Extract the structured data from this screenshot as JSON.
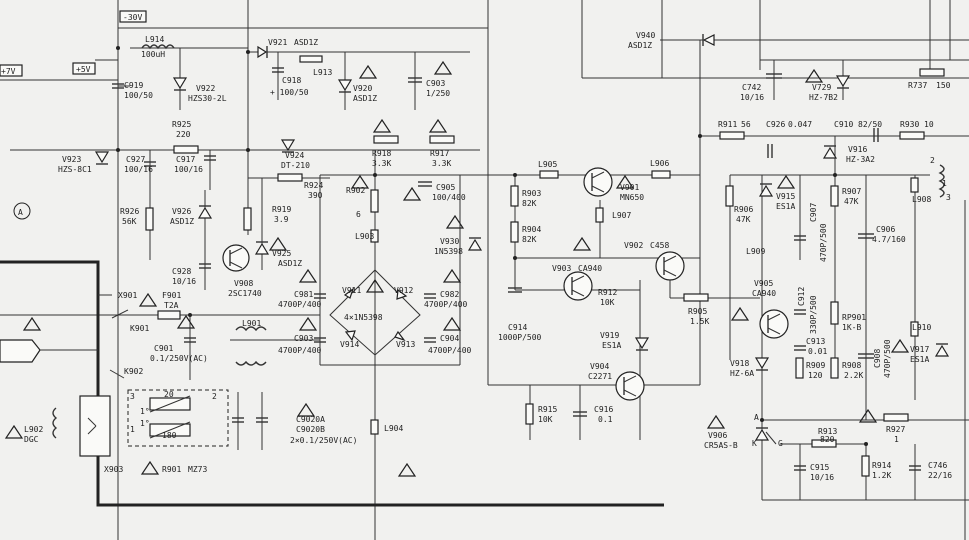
{
  "rails": {
    "minus30v": "-30V",
    "plus5v": "+5V",
    "plus7v": "+7V",
    "marker_a": "A"
  },
  "components": {
    "L914": {
      "ref": "L914",
      "val": "100uH"
    },
    "C919": {
      "ref": "C919",
      "val": "100/50"
    },
    "V922": {
      "ref": "V922",
      "val": "HZS30-2L"
    },
    "V921": {
      "ref": "V921",
      "val": "ASD1Z"
    },
    "C918": {
      "ref": "C918",
      "val": "+ 100/50"
    },
    "L913": {
      "ref": "L913"
    },
    "V920": {
      "ref": "V920",
      "val": "ASD1Z"
    },
    "C903": {
      "ref": "C903",
      "val": "1/250"
    },
    "V940": {
      "ref": "V940",
      "val": "ASD1Z"
    },
    "C742": {
      "ref": "C742",
      "val": "10/16"
    },
    "V729": {
      "ref": "V729",
      "val": "HZ-7B2"
    },
    "R737": {
      "ref": "R737",
      "val": "150"
    },
    "R925": {
      "ref": "R925",
      "val": "220"
    },
    "V923": {
      "ref": "V923",
      "val": "HZS-8C1"
    },
    "C927": {
      "ref": "C927",
      "val": "100/16"
    },
    "C917": {
      "ref": "C917",
      "val": "100/16"
    },
    "V924": {
      "ref": "V924",
      "val": "DT-210"
    },
    "R918": {
      "ref": "R918",
      "val": "3.3K"
    },
    "R917": {
      "ref": "R917",
      "val": "3.3K"
    },
    "R924": {
      "ref": "R924",
      "val": "390"
    },
    "R919": {
      "ref": "R919",
      "val": "3.9"
    },
    "R926": {
      "ref": "R926",
      "val": "56K"
    },
    "V926": {
      "ref": "V926",
      "val": "ASD1Z"
    },
    "V925": {
      "ref": "V925",
      "val": "ASD1Z"
    },
    "V908": {
      "ref": "V908",
      "val": "2SC1740"
    },
    "C928": {
      "ref": "C928",
      "val": "10/16"
    },
    "R902": {
      "ref": "R902",
      "val": "6"
    },
    "L903": {
      "ref": "L903"
    },
    "C905": {
      "ref": "C905",
      "val": "100/400"
    },
    "V930": {
      "ref": "V930",
      "val": "1N5398"
    },
    "L905": {
      "ref": "L905"
    },
    "L906": {
      "ref": "L906"
    },
    "R903": {
      "ref": "R903",
      "val": "82K"
    },
    "R904": {
      "ref": "R904",
      "val": "82K"
    },
    "V901": {
      "ref": "V901",
      "val": "MN650"
    },
    "L907": {
      "ref": "L907"
    },
    "V902": {
      "ref": "V902",
      "val": "C458"
    },
    "V903": {
      "ref": "V903",
      "val": "CA940"
    },
    "R912": {
      "ref": "R912",
      "val": "10K"
    },
    "R905": {
      "ref": "R905",
      "val": "1.5K"
    },
    "C914": {
      "ref": "C914",
      "val": "1000P/500"
    },
    "V919": {
      "ref": "V919",
      "val": "ES1A"
    },
    "V904": {
      "ref": "V904",
      "val": "C2271"
    },
    "R915": {
      "ref": "R915",
      "val": "10K"
    },
    "C916": {
      "ref": "C916",
      "val": "0.1"
    },
    "L904": {
      "ref": "L904"
    },
    "R911": {
      "ref": "R911",
      "val": "56"
    },
    "C926": {
      "ref": "C926",
      "val": "0.047"
    },
    "C910": {
      "ref": "C910",
      "val": "82/50"
    },
    "R930": {
      "ref": "R930",
      "val": "10"
    },
    "V916": {
      "ref": "V916",
      "val": "HZ-3A2"
    },
    "R906": {
      "ref": "R906",
      "val": "47K"
    },
    "V915": {
      "ref": "V915",
      "val": "ES1A"
    },
    "C907": {
      "ref": "C907",
      "val": "470P/500"
    },
    "R907": {
      "ref": "R907",
      "val": "47K"
    },
    "C906": {
      "ref": "C906",
      "val": "4.7/160"
    },
    "L908": {
      "ref": "L908"
    },
    "L909": {
      "ref": "L909"
    },
    "V905": {
      "ref": "V905",
      "val": "CA940"
    },
    "C912": {
      "ref": "C912",
      "val": "330P/500"
    },
    "RP901": {
      "ref": "RP901",
      "val": "1K-B"
    },
    "C913": {
      "ref": "C913",
      "val": "0.01"
    },
    "R909": {
      "ref": "R909",
      "val": "120"
    },
    "R908": {
      "ref": "R908",
      "val": "2.2K"
    },
    "V918": {
      "ref": "V918",
      "val": "HZ-6A"
    },
    "C908": {
      "ref": "C908",
      "val": "470P/500"
    },
    "L910": {
      "ref": "L910"
    },
    "V917": {
      "ref": "V917",
      "val": "ES1A"
    },
    "V906": {
      "ref": "V906",
      "val": "CR5AS-B"
    },
    "R913": {
      "ref": "R913",
      "val": "820"
    },
    "R927": {
      "ref": "R927",
      "val": "1"
    },
    "C915": {
      "ref": "C915",
      "val": "10/16"
    },
    "R914": {
      "ref": "R914",
      "val": "1.2K"
    },
    "C746": {
      "ref": "C746",
      "val": "22/16"
    },
    "X901": {
      "ref": "X901"
    },
    "F901": {
      "ref": "F901",
      "val": "T2A"
    },
    "K901": {
      "ref": "K901"
    },
    "L901": {
      "ref": "L901"
    },
    "C901": {
      "ref": "C901",
      "val": "0.1/250V(AC)"
    },
    "K902": {
      "ref": "K902"
    },
    "L902": {
      "ref": "L902",
      "val": "DGC"
    },
    "X903": {
      "ref": "X903"
    },
    "R901": {
      "ref": "R901",
      "val": "MZ73"
    },
    "C9020A": {
      "ref": "C9020A",
      "val": "C9020B"
    },
    "C902_note": {
      "val": "2×0.1/250V(AC)"
    },
    "C981": {
      "ref": "C981",
      "val": "4700P/400"
    },
    "C982": {
      "ref": "C982",
      "val": "4700P/400"
    },
    "C903b": {
      "ref": "C903",
      "val": "4700P/400"
    },
    "C904": {
      "ref": "C904",
      "val": "4700P/400"
    },
    "bridge": {
      "label": "4×1N5398",
      "d1": "V911",
      "d2": "V912",
      "d3": "V914",
      "d4": "V913"
    },
    "thermistor": {
      "n20": "20",
      "n180": "180",
      "n1": "1",
      "n2": "2",
      "n3": "3",
      "deg1": "1°",
      "deg2": "1°"
    },
    "scr_pins": {
      "a": "A",
      "k": "K",
      "g": "G"
    },
    "trafo_pins": {
      "p2": "2",
      "p3": "3",
      "p1": "1"
    }
  }
}
